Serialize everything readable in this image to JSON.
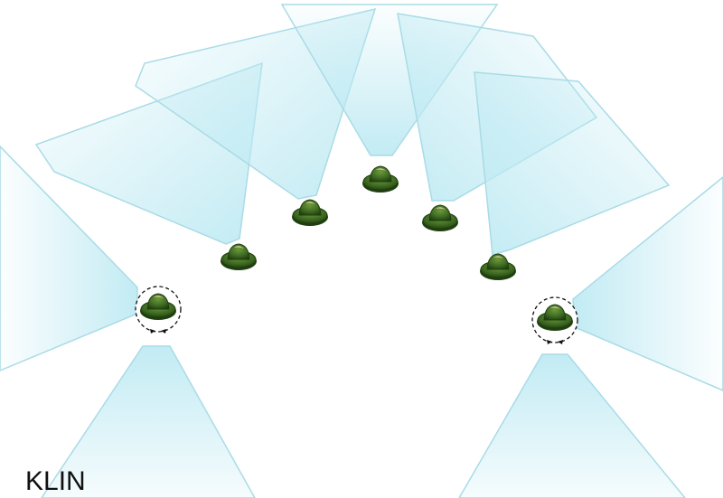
{
  "caption": "KLIN",
  "colors": {
    "beam_fill": "#bfeaf3",
    "beam_edge": "#a9dbe6",
    "lamp_shell": "#3f6b22",
    "lamp_shell_dark": "#203f10",
    "lamp_highlight": "#d9d2a6",
    "rotation_marker": "#111111"
  },
  "icons": {
    "fixture": "stage-light-icon",
    "rotation": "rotation-dashed-circle-icon"
  },
  "fixtures": [
    {
      "id": "left-rotating",
      "rotating": true
    },
    {
      "id": "left-2",
      "rotating": false
    },
    {
      "id": "left-3",
      "rotating": false
    },
    {
      "id": "center",
      "rotating": false
    },
    {
      "id": "right-3",
      "rotating": false
    },
    {
      "id": "right-2",
      "rotating": false
    },
    {
      "id": "right-rotating",
      "rotating": true
    }
  ]
}
